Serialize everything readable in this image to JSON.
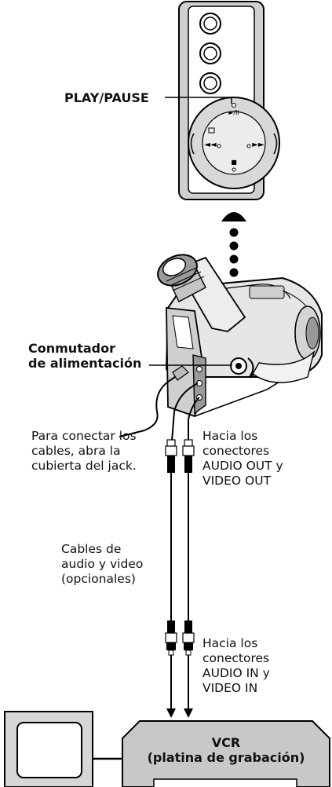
{
  "labels": {
    "play_pause": "PLAY/PAUSE",
    "power_switch": [
      "Conmutador",
      "de alimentación"
    ],
    "cover_note": [
      "Para conectar los",
      "cables, abra la",
      "cubierta del jack."
    ],
    "to_out": [
      "Hacia los",
      "conectores",
      "AUDIO OUT y",
      "VIDEO OUT"
    ],
    "cables": [
      "Cables de",
      "audio y video",
      "(opcionales)"
    ],
    "to_in": [
      "Hacia los",
      "conectores",
      "AUDIO IN y",
      "VIDEO IN"
    ],
    "vcr": [
      "VCR",
      "(platina de grabación)"
    ]
  },
  "remote_symbols": {
    "play_pause": "►/II",
    "rewind": "◄◄",
    "fast_forward": "►►",
    "stop": "■"
  }
}
